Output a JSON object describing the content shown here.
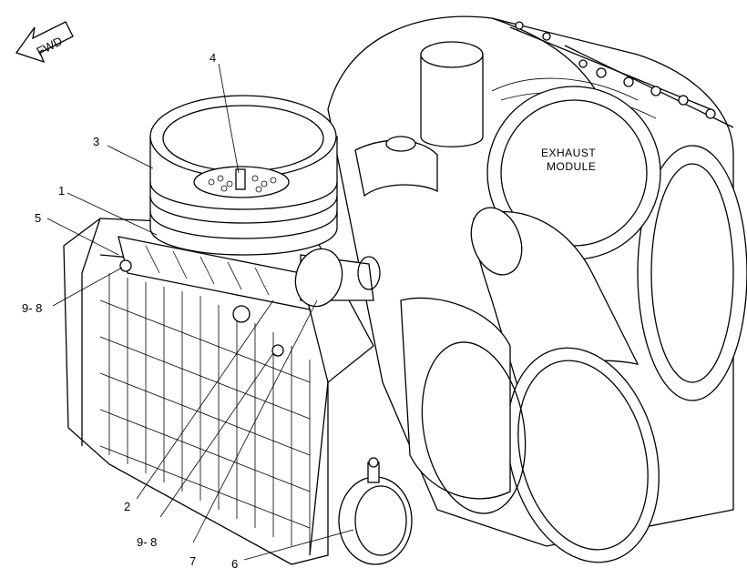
{
  "fwd_label": "FWD",
  "module_label": {
    "line1": "EXHAUST",
    "line2": "MODULE"
  },
  "callouts": [
    {
      "id": "1",
      "text": "1"
    },
    {
      "id": "2",
      "text": "2"
    },
    {
      "id": "3",
      "text": "3"
    },
    {
      "id": "4",
      "text": "4"
    },
    {
      "id": "5",
      "text": "5"
    },
    {
      "id": "6",
      "text": "6"
    },
    {
      "id": "7",
      "text": "7"
    },
    {
      "id": "9-8-left",
      "text": "9- 8"
    },
    {
      "id": "9-8-bottom",
      "text": "9- 8"
    }
  ]
}
